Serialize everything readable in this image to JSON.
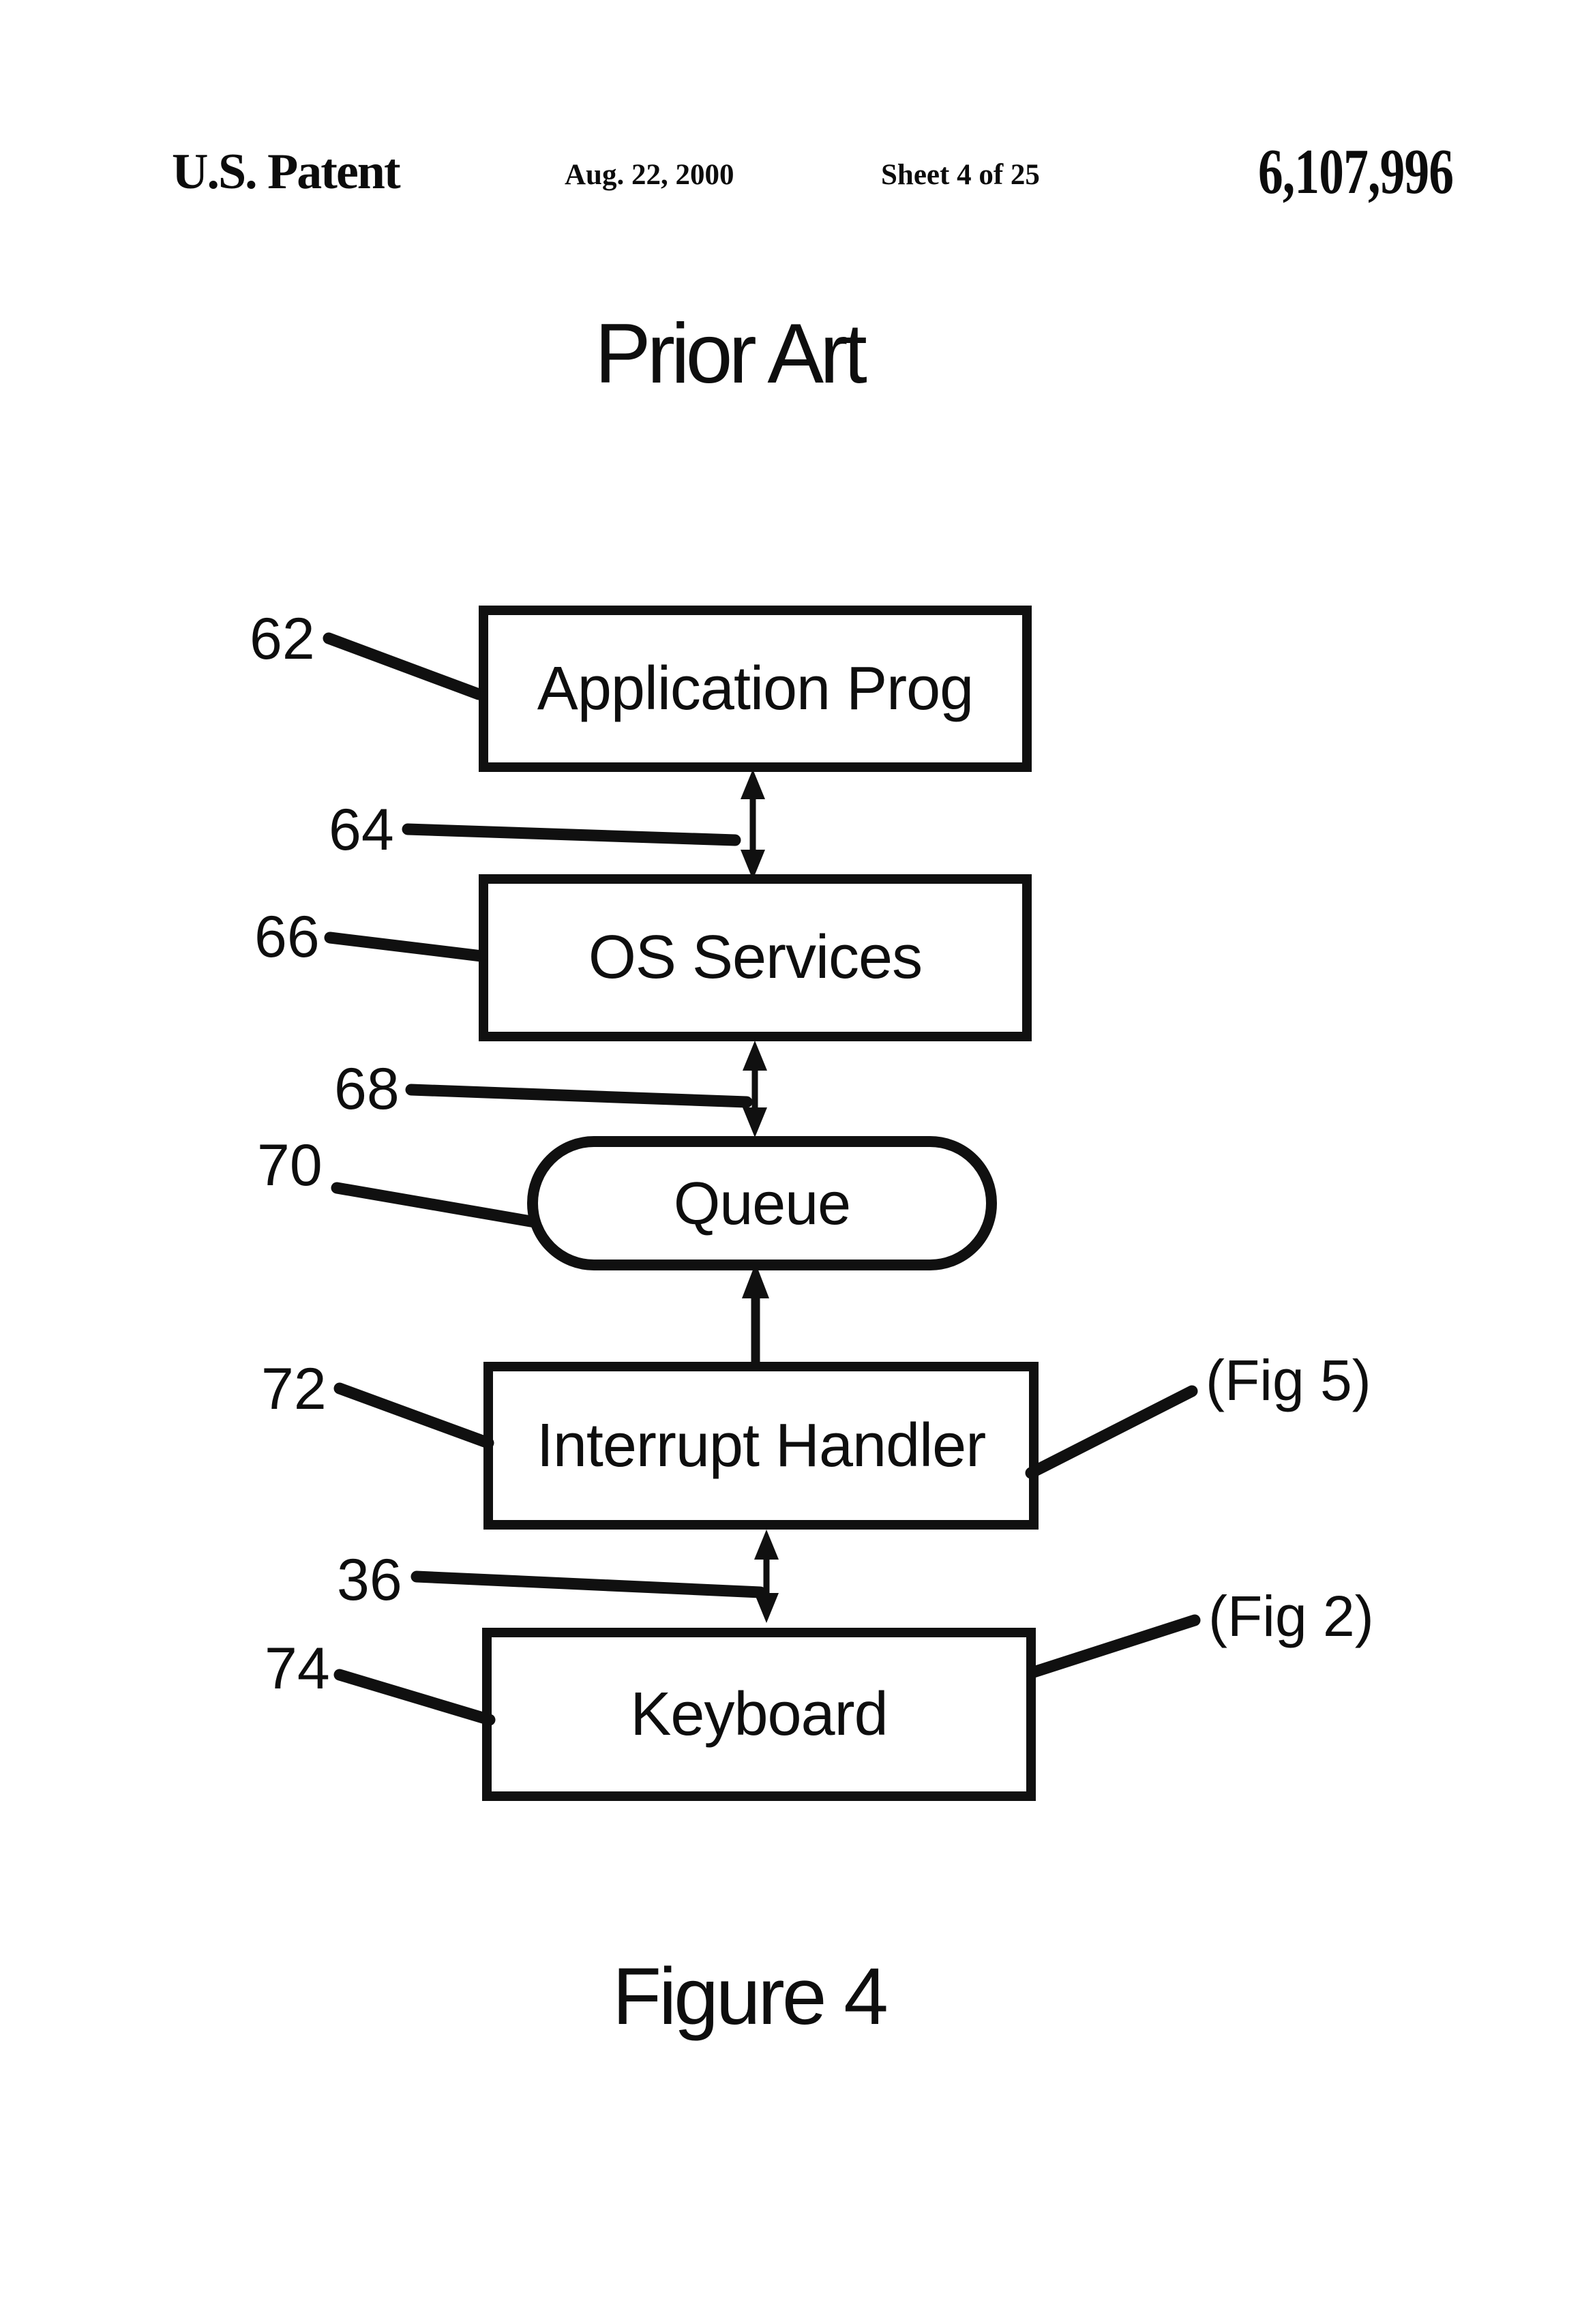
{
  "header": {
    "patent_label": "U.S. Patent",
    "date": "Aug. 22, 2000",
    "sheet_info": "Sheet 4 of 25",
    "patent_number": "6,107,996"
  },
  "title": "Prior Art",
  "caption": "Figure 4",
  "boxes": {
    "application": "Application Prog",
    "os": "OS Services",
    "queue": "Queue",
    "interrupt": "Interrupt Handler",
    "keyboard": "Keyboard"
  },
  "labels": {
    "n62": "62",
    "n64": "64",
    "n66": "66",
    "n68": "68",
    "n70": "70",
    "n72": "72",
    "n36": "36",
    "n74": "74",
    "fig5": "(Fig 5)",
    "fig2": "(Fig 2)"
  },
  "colors": {
    "ink": "#0e0e0e",
    "paper": "#ffffff"
  }
}
